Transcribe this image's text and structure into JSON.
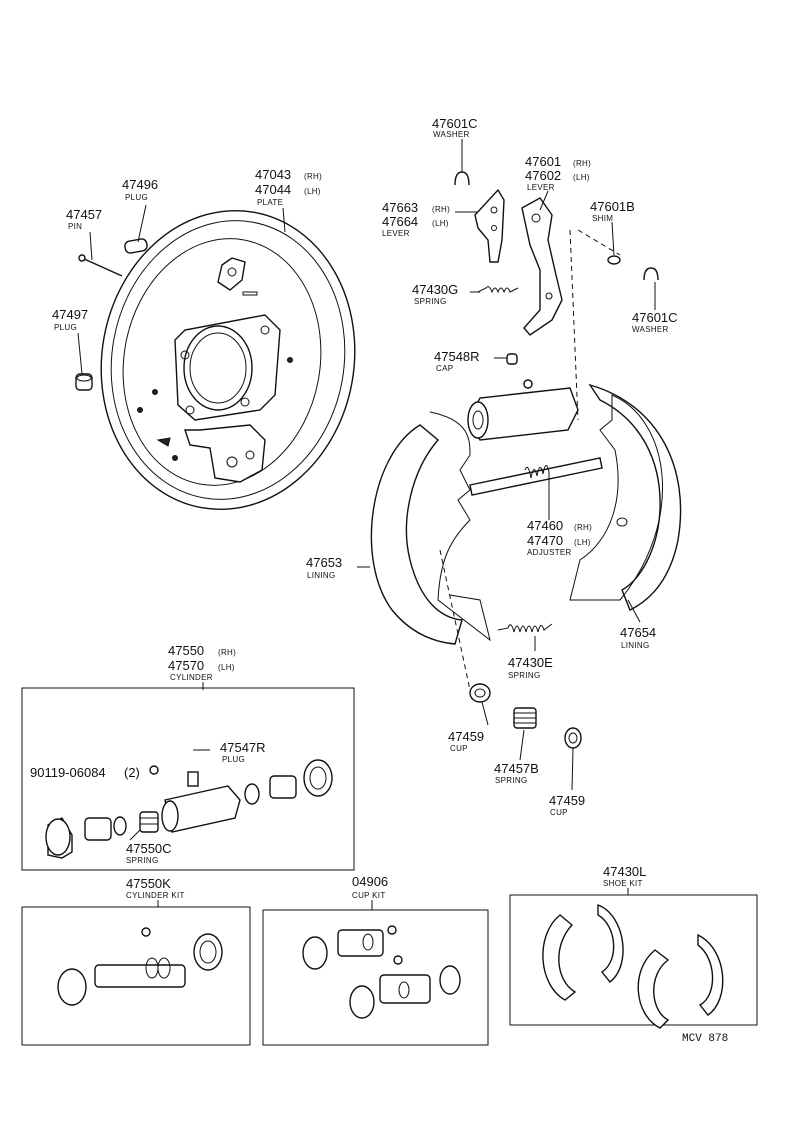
{
  "parts": {
    "p47601c_top": {
      "number": "47601C",
      "name": "WASHER"
    },
    "p47601_lever": {
      "number1": "47601",
      "suffix1": "(RH)",
      "number2": "47602",
      "suffix2": "(LH)",
      "name": "LEVER"
    },
    "p47043_plate": {
      "number1": "47043",
      "suffix1": "(RH)",
      "number2": "47044",
      "suffix2": "(LH)",
      "name": "PLATE"
    },
    "p47496": {
      "number": "47496",
      "name": "PLUG"
    },
    "p47457": {
      "number": "47457",
      "name": "PIN"
    },
    "p47663_lever": {
      "number1": "47663",
      "suffix1": "(RH)",
      "number2": "47664",
      "suffix2": "(LH)",
      "name": "LEVER"
    },
    "p47601b": {
      "number": "47601B",
      "name": "SHIM"
    },
    "p47430g": {
      "number": "47430G",
      "name": "SPRING"
    },
    "p47601c_right": {
      "number": "47601C",
      "name": "WASHER"
    },
    "p47497": {
      "number": "47497",
      "name": "PLUG"
    },
    "p47548r": {
      "number": "47548R",
      "name": "CAP"
    },
    "p47460_adj": {
      "number1": "47460",
      "suffix1": "(RH)",
      "number2": "47470",
      "suffix2": "(LH)",
      "name": "ADJUSTER"
    },
    "p47653": {
      "number": "47653",
      "name": "LINING"
    },
    "p47654": {
      "number": "47654",
      "name": "LINING"
    },
    "p47550_cyl": {
      "number1": "47550",
      "suffix1": "(RH)",
      "number2": "47570",
      "suffix2": "(LH)",
      "name": "CYLINDER"
    },
    "p47430e": {
      "number": "47430E",
      "name": "SPRING"
    },
    "p47547r": {
      "number": "47547R",
      "name": "PLUG"
    },
    "p90119": {
      "number": "90119-06084",
      "qty": "(2)"
    },
    "p47459_a": {
      "number": "47459",
      "name": "CUP"
    },
    "p47457b": {
      "number": "47457B",
      "name": "SPRING"
    },
    "p47459_b": {
      "number": "47459",
      "name": "CUP"
    },
    "p47550c": {
      "number": "47550C",
      "name": "SPRING"
    }
  },
  "kits": {
    "cylinder_kit": {
      "number": "47550K",
      "name": "CYLINDER KIT"
    },
    "cup_kit": {
      "number": "04906",
      "name": "CUP KIT"
    },
    "shoe_kit": {
      "number": "47430L",
      "name": "SHOE KIT"
    }
  },
  "footer": {
    "code": "MCV 878"
  }
}
